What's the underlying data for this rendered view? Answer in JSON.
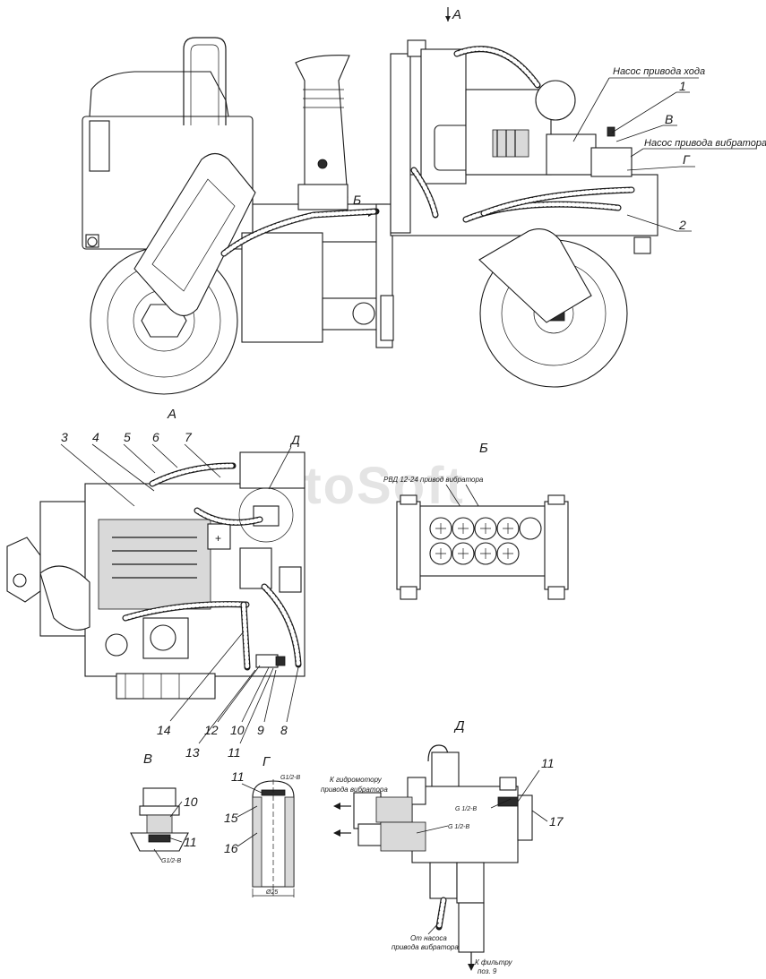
{
  "views": {
    "top_arrow_label": "А",
    "view_a_title": "А",
    "view_b_title": "Б",
    "section_v_title": "В",
    "section_g_title": "Г",
    "view_d_title": "Д",
    "arrow_b_label": "Б"
  },
  "callouts_main": {
    "travel_pump": "Насос привода хода",
    "vibrator_pump": "Насос привода вибратора",
    "n1": "1",
    "v": "В",
    "g": "Г",
    "n2": "2"
  },
  "callouts_view_a": {
    "n3": "3",
    "n4": "4",
    "n5": "5",
    "n6": "6",
    "n7": "7",
    "d": "Д",
    "n14": "14",
    "n12": "12",
    "n13": "13",
    "n10": "10",
    "n11": "11",
    "n9": "9",
    "n8": "8"
  },
  "view_b": {
    "hose_label": "РВД 12-24 привод вибратора"
  },
  "section_v": {
    "n10": "10",
    "n11": "11",
    "thread": "G1/2-B"
  },
  "section_g": {
    "thread": "G1/2-B",
    "n11": "11",
    "n15": "15",
    "n16": "16",
    "diam": "Ø25"
  },
  "view_d": {
    "n11": "11",
    "n17": "17",
    "thread_1": "G 1/2-B",
    "thread_2": "G 1/2-B",
    "to_motor_l1": "К гидромотору",
    "to_motor_l2": "привода вибратора",
    "from_pump_l1": "От насоса",
    "from_pump_l2": "привода вибратора",
    "to_filter_l1": "К фильтру",
    "to_filter_l2": "поз. 9"
  },
  "watermark": "AutoSoft"
}
